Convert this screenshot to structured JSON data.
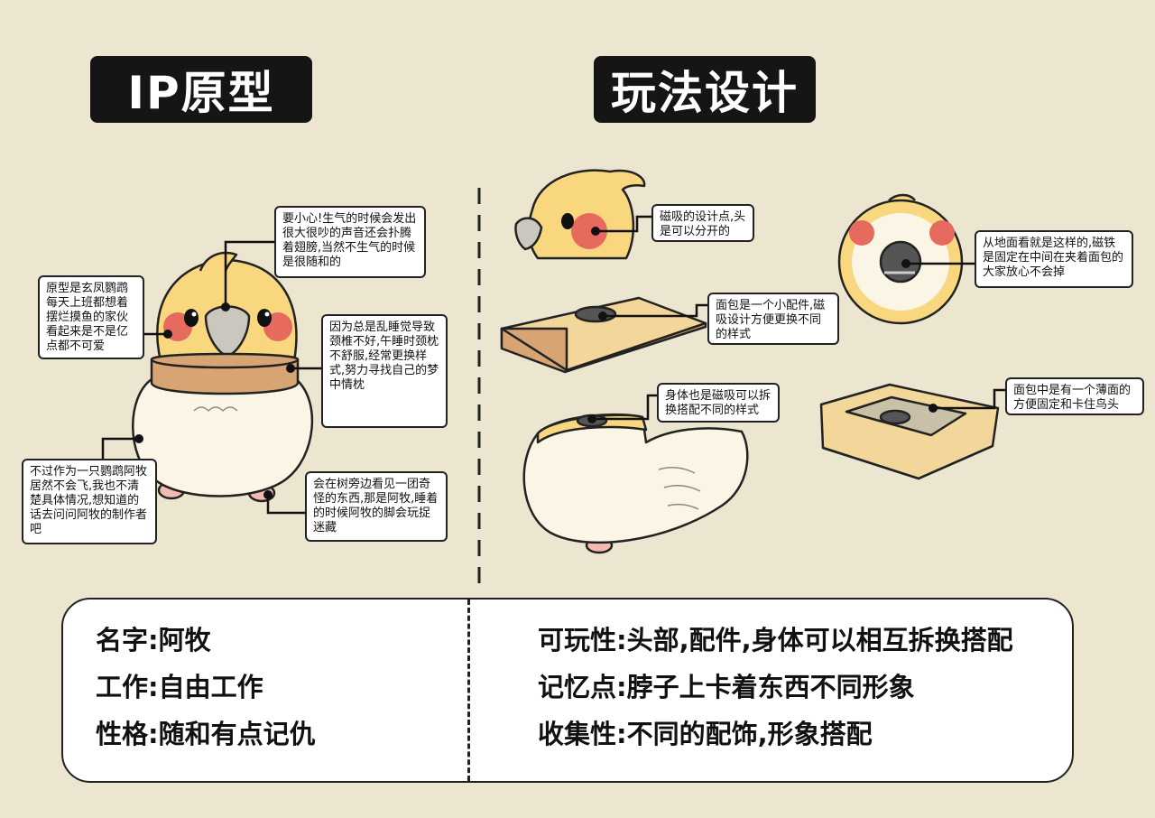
{
  "titles": {
    "left": "IP原型",
    "right": "玩法设计"
  },
  "ip_callouts": {
    "top": "要小心!生气的时候会发出很大很吵的声音还会扑腾着翅膀,当然不生气的时候是很随和的",
    "left": "原型是玄凤鹦鹉每天上班都想着摆烂摸鱼的家伙看起来是不是亿点都不可爱",
    "right": "因为总是乱睡觉导致颈椎不好,午睡时颈枕不舒服,经常更换样式,努力寻找自己的梦中情枕",
    "bottom_left": "不过作为一只鹦鹉阿牧居然不会飞,我也不清楚具体情况,想知道的话去问问阿牧的制作者吧",
    "bottom_right": "会在树旁边看见一团奇怪的东西,那是阿牧,睡着的时候阿牧的脚会玩捉迷藏"
  },
  "design_callouts": {
    "head": "磁吸的设计点,头是可以分开的",
    "bottom_view": "从地面看就是这样的,磁铁是固定在中间在夹着面包的大家放心不会掉",
    "bread": "面包是一个小配件,磁吸设计方便更换不同的样式",
    "body": "身体也是磁吸可以拆换搭配不同的样式",
    "bread_inner": "面包中是有一个薄面的方便固定和卡住鸟头"
  },
  "summary": {
    "left": [
      "名字:阿牧",
      "工作:自由工作",
      "性格:随和有点记仇"
    ],
    "right": [
      "可玩性:头部,配件,身体可以相互拆换搭配",
      "记忆点:脖子上卡着东西不同形象",
      "收集性:不同的配饰,形象搭配"
    ]
  },
  "colors": {
    "background": "#ece6d0",
    "title_bg": "#151515",
    "head_yellow": "#f8d77e",
    "cheek_red": "#e66b5e",
    "pillow_brown": "#d7a574",
    "body_cream": "#fbf5e6",
    "bread_tan": "#f3d69a"
  }
}
